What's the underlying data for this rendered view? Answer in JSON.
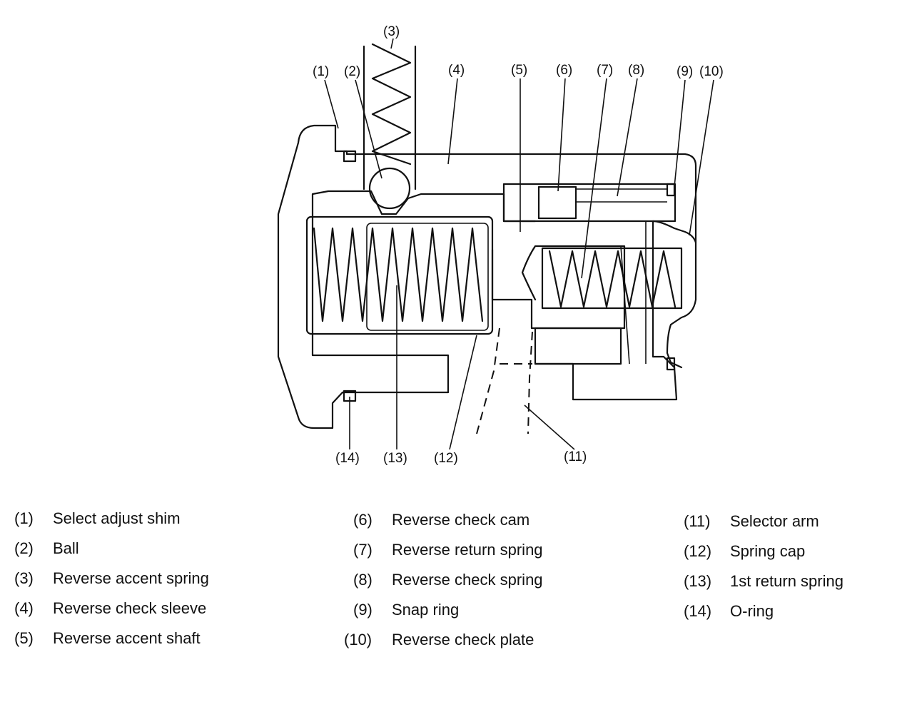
{
  "callouts": [
    {
      "id": "3",
      "text": "(3)"
    },
    {
      "id": "1",
      "text": "(1)"
    },
    {
      "id": "2",
      "text": "(2)"
    },
    {
      "id": "4",
      "text": "(4)"
    },
    {
      "id": "5",
      "text": "(5)"
    },
    {
      "id": "6",
      "text": "(6)"
    },
    {
      "id": "7",
      "text": "(7)"
    },
    {
      "id": "8",
      "text": "(8)"
    },
    {
      "id": "9",
      "text": "(9)"
    },
    {
      "id": "10",
      "text": "(10)"
    },
    {
      "id": "14",
      "text": "(14)"
    },
    {
      "id": "13",
      "text": "(13)"
    },
    {
      "id": "12",
      "text": "(12)"
    },
    {
      "id": "11",
      "text": "(11)"
    }
  ],
  "legend": [
    {
      "num": "(1)",
      "label": "Select adjust shim"
    },
    {
      "num": "(2)",
      "label": "Ball"
    },
    {
      "num": "(3)",
      "label": "Reverse accent spring"
    },
    {
      "num": "(4)",
      "label": "Reverse check sleeve"
    },
    {
      "num": "(5)",
      "label": "Reverse accent shaft"
    },
    {
      "num": "(6)",
      "label": "Reverse check cam"
    },
    {
      "num": "(7)",
      "label": "Reverse return spring"
    },
    {
      "num": "(8)",
      "label": "Reverse check spring"
    },
    {
      "num": "(9)",
      "label": "Snap ring"
    },
    {
      "num": "(10)",
      "label": "Reverse check plate"
    },
    {
      "num": "(11)",
      "label": "Selector arm"
    },
    {
      "num": "(12)",
      "label": "Spring cap"
    },
    {
      "num": "(13)",
      "label": "1st return spring"
    },
    {
      "num": "(14)",
      "label": "O-ring"
    }
  ]
}
